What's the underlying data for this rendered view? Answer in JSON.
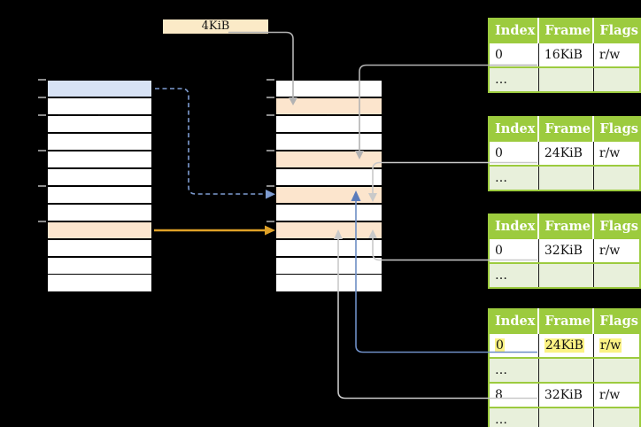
{
  "annotation": {
    "label": "4KiB"
  },
  "memory_columns": {
    "left": {
      "fills": [
        "blue",
        "white",
        "white",
        "white",
        "white",
        "white",
        "white",
        "white",
        "orange",
        "white",
        "white",
        "white"
      ]
    },
    "middle": {
      "fills": [
        "white",
        "orange",
        "white",
        "white",
        "orange",
        "white",
        "orange",
        "white",
        "orange",
        "white",
        "white",
        "white"
      ]
    }
  },
  "ticks": {
    "offsets": [
      0,
      20,
      40,
      80,
      120,
      160
    ]
  },
  "tables": [
    {
      "headers": [
        "Index",
        "Frame",
        "Flags"
      ],
      "rows": [
        {
          "cells": [
            "0",
            "16KiB",
            "r/w"
          ],
          "style": "data"
        },
        {
          "cells": [
            "…",
            "",
            ""
          ],
          "style": "dots"
        }
      ]
    },
    {
      "headers": [
        "Index",
        "Frame",
        "Flags"
      ],
      "rows": [
        {
          "cells": [
            "0",
            "24KiB",
            "r/w"
          ],
          "style": "data"
        },
        {
          "cells": [
            "…",
            "",
            ""
          ],
          "style": "dots"
        }
      ]
    },
    {
      "headers": [
        "Index",
        "Frame",
        "Flags"
      ],
      "rows": [
        {
          "cells": [
            "0",
            "32KiB",
            "r/w"
          ],
          "style": "data"
        },
        {
          "cells": [
            "…",
            "",
            ""
          ],
          "style": "dots"
        }
      ]
    },
    {
      "headers": [
        "Index",
        "Frame",
        "Flags"
      ],
      "rows": [
        {
          "cells": [
            "0",
            "24KiB",
            "r/w"
          ],
          "style": "data",
          "highlight": true
        },
        {
          "cells": [
            "…",
            "",
            ""
          ],
          "style": "dots"
        },
        {
          "cells": [
            "8",
            "32KiB",
            "r/w"
          ],
          "style": "data"
        },
        {
          "cells": [
            "…",
            "",
            ""
          ],
          "style": "dots"
        }
      ]
    }
  ],
  "colors": {
    "background": "#000000",
    "table_header_green": "#9CCB3E",
    "table_row_light_green": "#E8F0DB",
    "highlight_yellow": "#FBF284",
    "virtual_page_blue": "#D7E2F4",
    "frame_orange": "#FCE5CD",
    "annotation_cream": "#FBEAC7",
    "connector_gray": "#B3B3B3",
    "connector_light_gray": "#C9C9C9",
    "connector_blue": "#6E8EC5",
    "connector_dashed_blue": "#7E9CD1",
    "connector_orange": "#DFA127",
    "tick_gray": "#8C8C8C"
  }
}
